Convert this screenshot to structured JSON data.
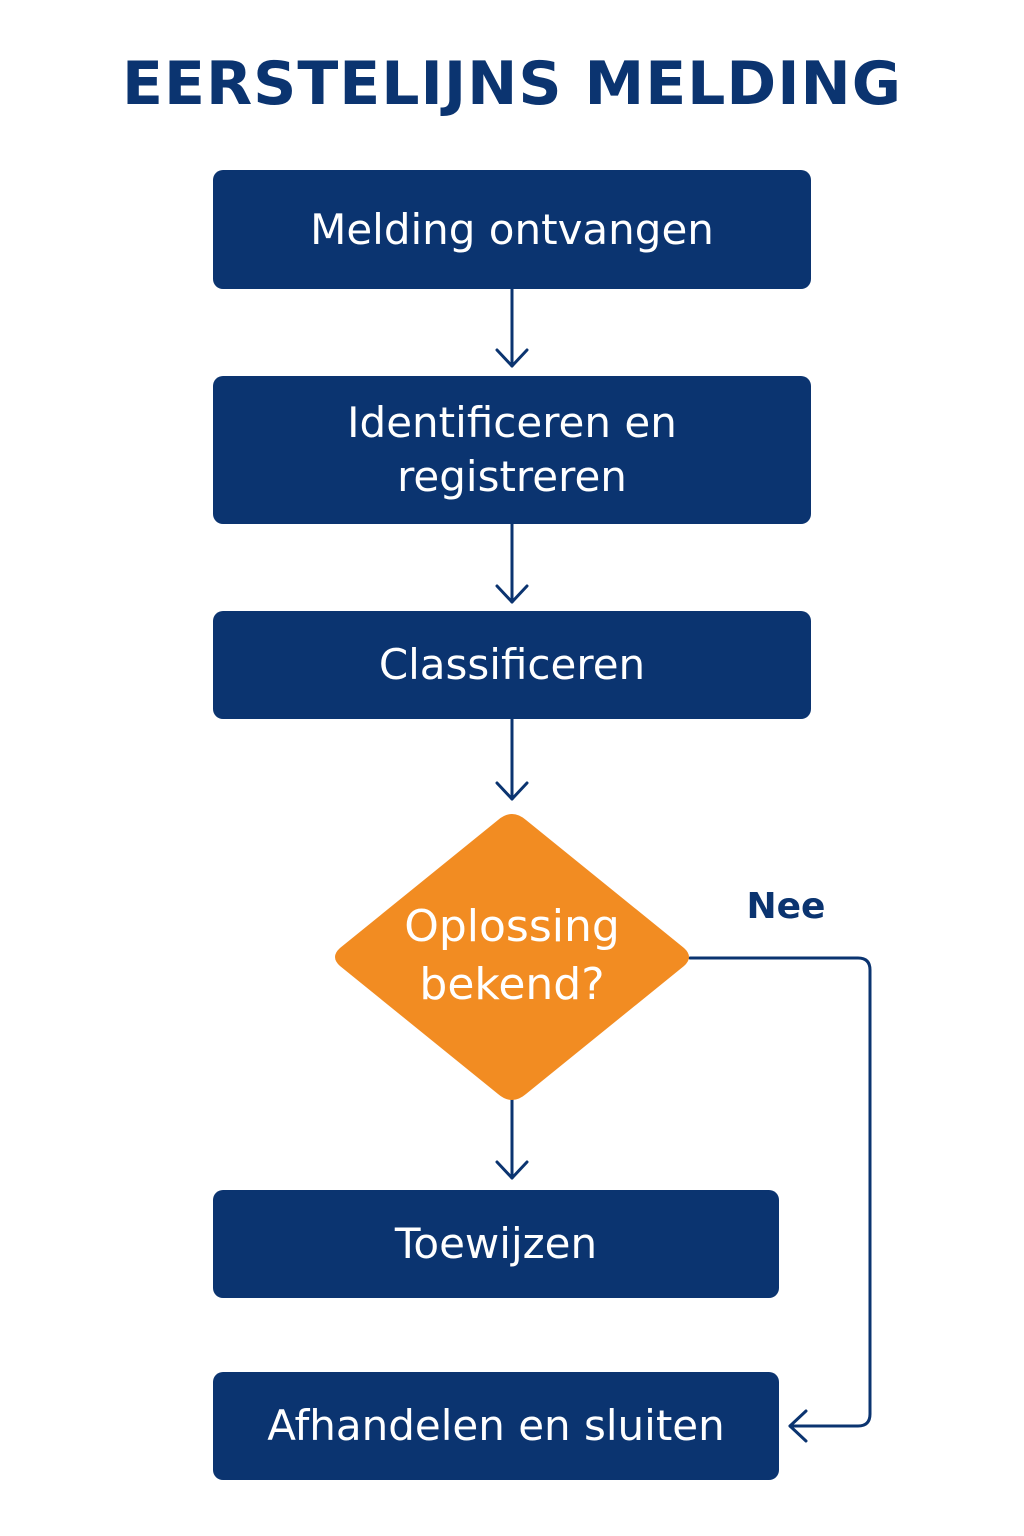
{
  "title": "EERSTELIJNS MELDING",
  "colors": {
    "process_fill": "#0b3470",
    "decision_fill": "#f28c22",
    "line": "#0b3470",
    "text_light": "#ffffff"
  },
  "steps": [
    {
      "label": "Melding ontvangen"
    },
    {
      "label_lines": [
        "Identificeren en",
        "registreren"
      ]
    },
    {
      "label": "Classificeren"
    },
    {
      "label": "Toewijzen"
    },
    {
      "label": "Afhandelen en sluiten"
    }
  ],
  "decision": {
    "label_lines": [
      "Oplossing",
      "bekend?"
    ],
    "no_branch_label": "Nee"
  }
}
